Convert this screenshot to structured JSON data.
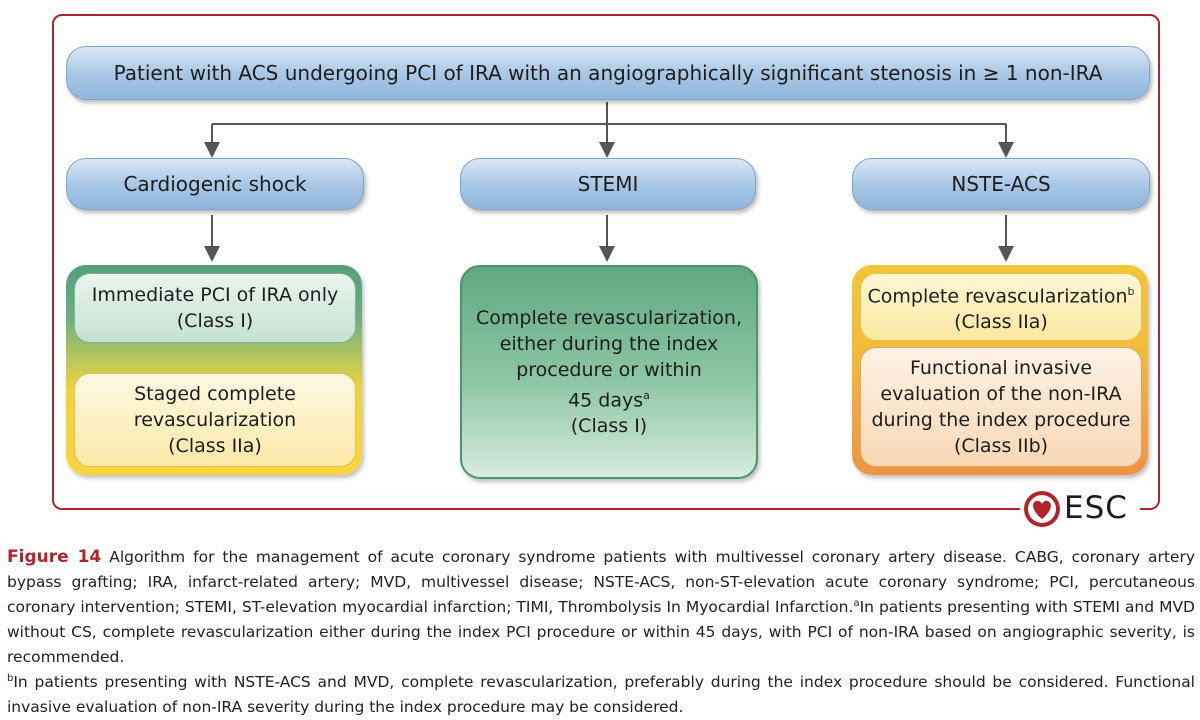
{
  "top_box": "Patient with ACS undergoing PCI of IRA with an angiographically significant stenosis in ≥ 1 non-IRA",
  "branches": {
    "cardiogenic_shock": {
      "title": "Cardiogenic shock",
      "first": {
        "line1": "Immediate PCI of IRA only",
        "line2": "(Class I)"
      },
      "second": {
        "line1": "Staged complete",
        "line2": "revascularization",
        "line3": "(Class IIa)"
      }
    },
    "stemi": {
      "title": "STEMI",
      "line1": "Complete revascularization,",
      "line2": "either during the index",
      "line3": "procedure or within",
      "line4": "45 days",
      "line4_sup": "a",
      "line5": "(Class I)"
    },
    "nste_acs": {
      "title": "NSTE-ACS",
      "first": {
        "line1": "Complete revascularization",
        "line1_sup": "b",
        "line2": "(Class IIa)"
      },
      "second": {
        "line1": "Functional invasive",
        "line2": "evaluation of the non-IRA",
        "line3": "during the index procedure",
        "line4": "(Class IIb)"
      }
    }
  },
  "logo": {
    "text": "ESC"
  },
  "caption": {
    "label": "Figure 14",
    "body": " Algorithm for the management of acute coronary syndrome patients with multivessel coronary artery disease. CABG, coronary artery bypass grafting; IRA, infarct-related artery; MVD, multivessel disease; NSTE-ACS, non-ST-elevation acute coronary syndrome; PCI, percutaneous coronary intervention; STEMI, ST-elevation myocardial infarction; TIMI, Thrombolysis In Myocardial Infarction.",
    "note_a_marker": "a",
    "note_a": "In patients presenting with STEMI and MVD without CS, complete revascularization either during the index PCI procedure or within 45 days, with PCI of non-IRA based on angiographic severity, is recommended.",
    "note_b_marker": "b",
    "note_b": "In patients presenting with NSTE-ACS and MVD, complete revascularization, preferably during the index procedure should be considered. Functional invasive evaluation of non-IRA severity during the index procedure may be considered."
  },
  "colors": {
    "frame": "#b0242a",
    "pill": "#a9c8e5",
    "green": "#5fa982",
    "yellow": "#f4d33a",
    "orange": "#ee9446"
  }
}
